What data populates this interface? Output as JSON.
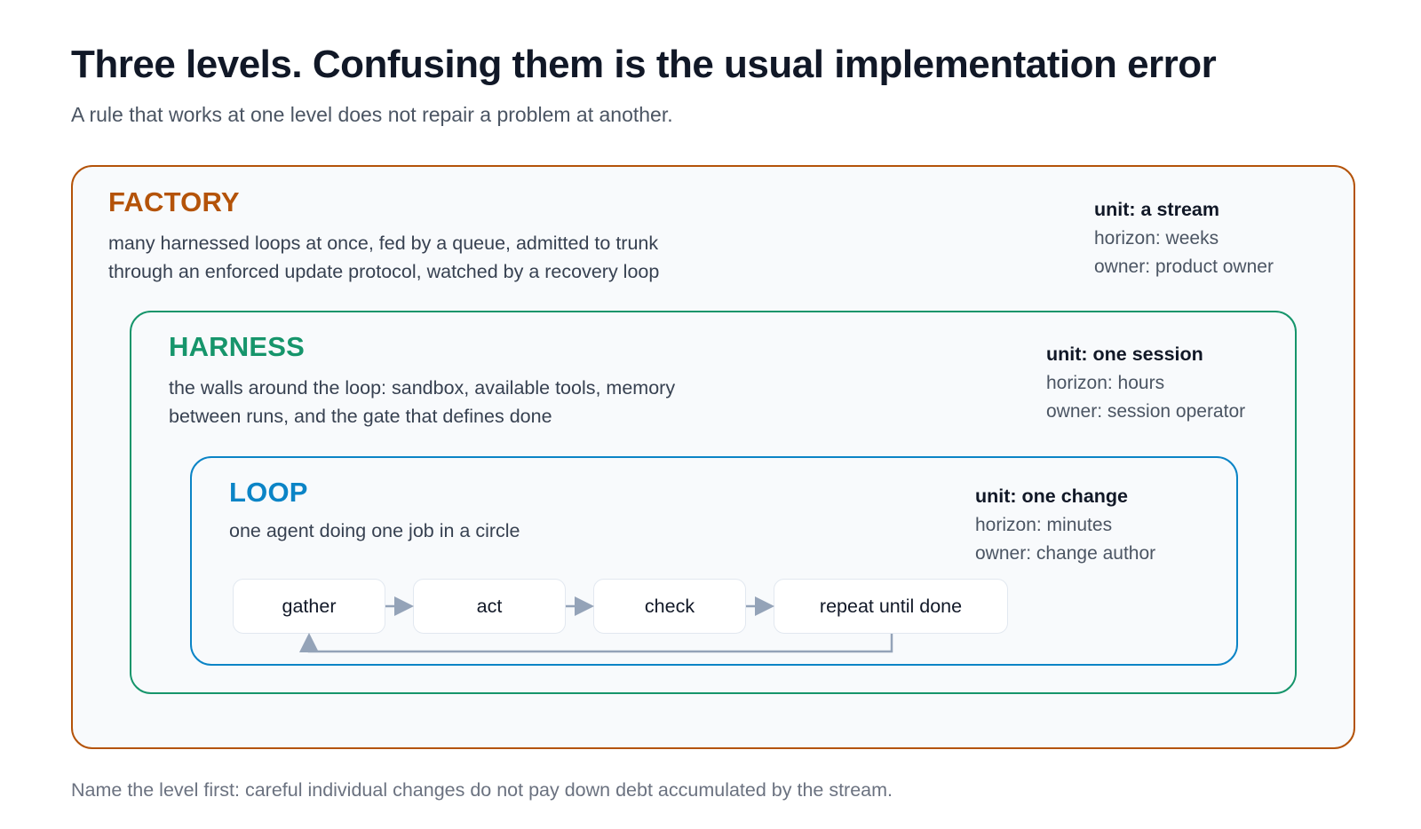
{
  "title": "Three levels. Confusing them is the usual implementation error",
  "subtitle": "A rule that works at one level does not repair a problem at another.",
  "levels": {
    "factory": {
      "name": "FACTORY",
      "color": "#b45309",
      "description": [
        "many harnessed loops at once, fed by a queue, admitted to trunk",
        "through an enforced update protocol, watched by a recovery loop"
      ],
      "unit": "unit: a stream",
      "horizon": "horizon: weeks",
      "owner": "owner: product owner"
    },
    "harness": {
      "name": "HARNESS",
      "color": "#16956b",
      "description": [
        "the walls around the loop: sandbox, available tools, memory",
        "between runs, and the gate that defines done"
      ],
      "unit": "unit: one session",
      "horizon": "horizon: hours",
      "owner": "owner: session operator"
    },
    "loop": {
      "name": "LOOP",
      "color": "#0b84c6",
      "description": [
        "one agent doing one job in a circle"
      ],
      "unit": "unit: one change",
      "horizon": "horizon: minutes",
      "owner": "owner: change author",
      "steps": [
        "gather",
        "act",
        "check",
        "repeat until done"
      ]
    }
  },
  "footer": "Name the level first: careful individual changes do not pay down debt accumulated by the stream."
}
